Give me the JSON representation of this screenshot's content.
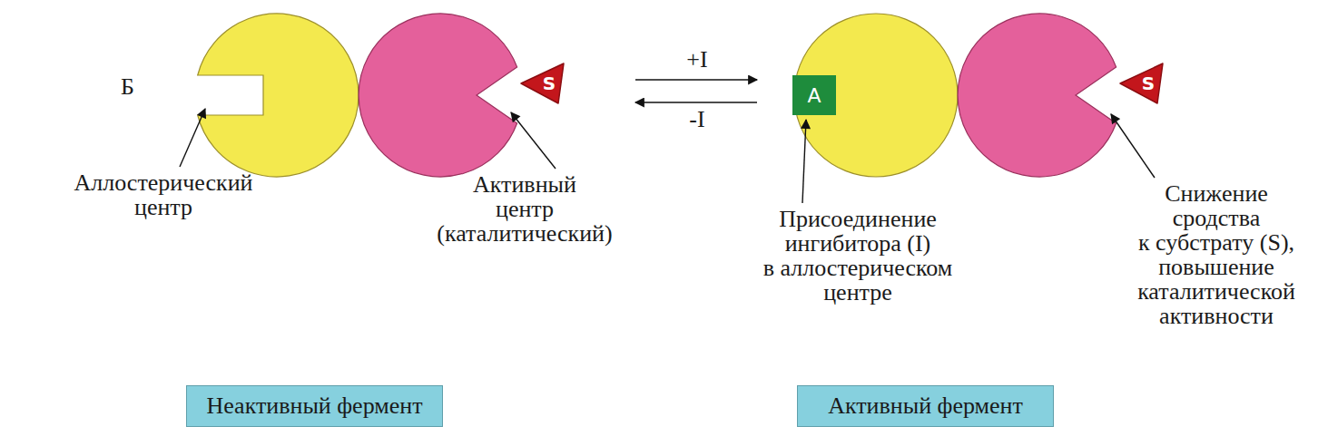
{
  "diagram": {
    "nodes": [
      {
        "text": [
          "S"
        ]
      },
      {
        "text": [
          "A"
        ]
      },
      {
        "text": [
          "S"
        ]
      },
      {
        "text": [
          "Неактивный фермент"
        ]
      },
      {
        "text": [
          "Активный фермент"
        ]
      }
    ],
    "labels": [
      "Б",
      "+I",
      "-I",
      "Аллостерический центр",
      "Активный центр (каталитический)",
      "Присоединение ингибитора (I) в аллостерическом центре",
      "Снижение сродства к субстрату (S), повышение каталитической активности"
    ]
  }
}
